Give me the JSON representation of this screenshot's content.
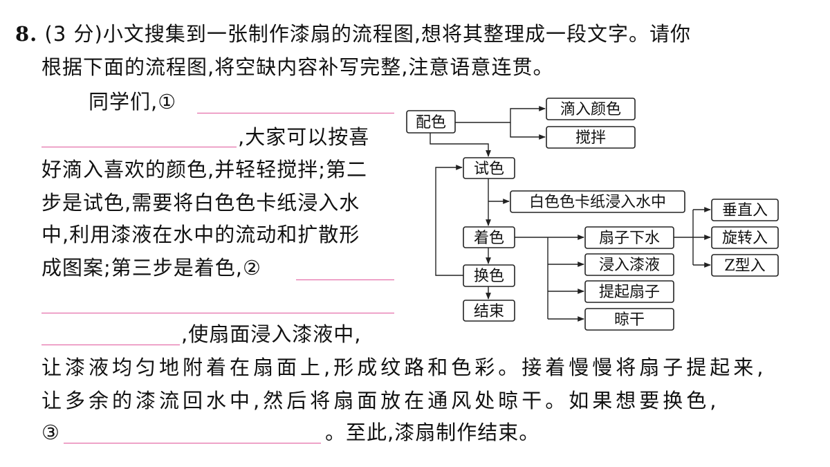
{
  "question": {
    "number": "8.",
    "score": "(3 分)",
    "line1": "小文搜集到一张制作漆扇的流程图,想将其整理成一段文字。请你",
    "line2": "根据下面的流程图,将空缺内容补写完整,注意语意连贯。"
  },
  "passage": {
    "p1": "同学们,①",
    "p2": ",大家可以按喜",
    "p3": "好滴入喜欢的颜色,并轻轻搅拌;第二",
    "p4": "步是试色,需要将白色色卡纸浸入水",
    "p5": "中,利用漆液在水中的流动和扩散形",
    "p6": "成图案;第三步是着色,②",
    "p7": ",使扇面浸入漆液中,",
    "p8": "让漆液均匀地附着在扇面上,形成纹路和色彩。接着慢慢将扇子提起来,",
    "p9": "让多余的漆流回水中,然后将扇面放在通风处晾干。如果想要换色,",
    "p10_marker": "③",
    "p10_end": "。至此,漆扇制作结束。"
  },
  "flowchart": {
    "peise": "配色",
    "diru": "滴入颜色",
    "jiaoban": "搅拌",
    "shise": "试色",
    "baise": "白色色卡纸浸入水中",
    "zhuose": "着色",
    "shanzi_xiashui": "扇子下水",
    "chuizhi": "垂直入",
    "xuanzhuan": "旋转入",
    "zxing": "Z型入",
    "jinru": "浸入漆液",
    "tiqi": "提起扇子",
    "liang": "晾干",
    "huanse": "换色",
    "jieshu": "结束"
  }
}
